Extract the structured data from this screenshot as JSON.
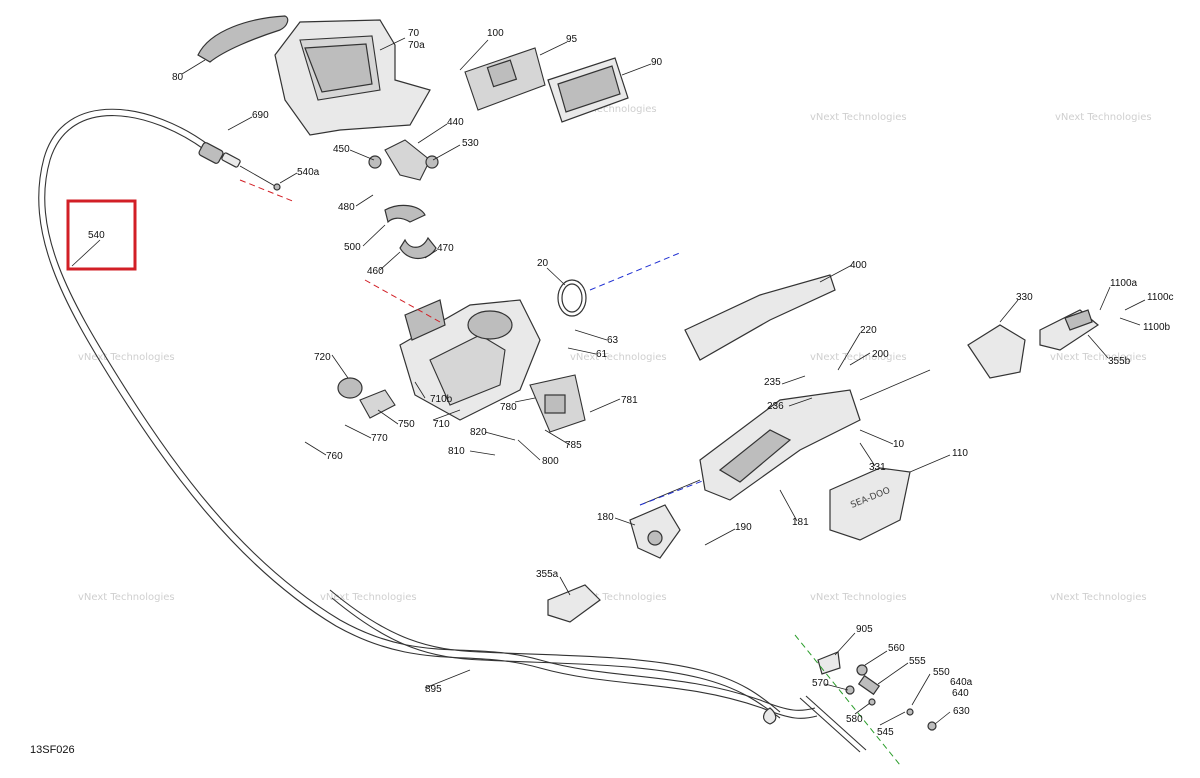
{
  "diagram": {
    "reference_code": "13SF026",
    "watermark": "vNext Technologies",
    "highlight_color": "#d21f26",
    "axis_colors": {
      "red": "#d21f26",
      "blue": "#1f2fd2",
      "green": "#2a9d2a"
    },
    "callouts": {
      "c540": "540",
      "c895": "895",
      "c80": "80",
      "c70": "70",
      "c70a": "70a",
      "c100": "100",
      "c95": "95",
      "c90": "90",
      "c690": "690",
      "c540a": "540a",
      "c440": "440",
      "c450": "450",
      "c530": "530",
      "c480": "480",
      "c500": "500",
      "c470": "470",
      "c460": "460",
      "c20": "20",
      "c63": "63",
      "c61": "61",
      "c720": "720",
      "c710b": "710b",
      "c710": "710",
      "c750": "750",
      "c770": "770",
      "c760": "760",
      "c780": "780",
      "c781": "781",
      "c820": "820",
      "c785": "785",
      "c810": "810",
      "c800": "800",
      "c400": "400",
      "c220": "220",
      "c200": "200",
      "c235": "235",
      "c236": "236",
      "c10": "10",
      "c331": "331",
      "c110": "110",
      "c181": "181",
      "c180": "180",
      "c190": "190",
      "c355a": "355a",
      "c330": "330",
      "c1100a": "1100a",
      "c1100c": "1100c",
      "c1100b": "1100b",
      "c355b": "355b",
      "c905": "905",
      "c560": "560",
      "c555": "555",
      "c550": "550",
      "c640a": "640a",
      "c640": "640",
      "c570": "570",
      "c630": "630",
      "c580": "580",
      "c545": "545"
    }
  }
}
